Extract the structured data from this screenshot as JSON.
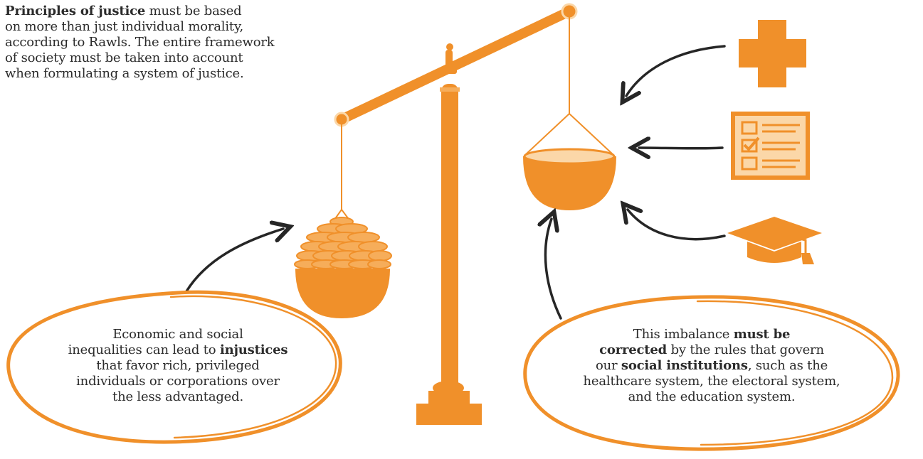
{
  "colors": {
    "orange": "#f0902a",
    "orange_light": "#f6ad5a",
    "orange_pale": "#fbd7a8",
    "arrow": "#262626",
    "text": "#2b2b2b"
  },
  "intro": {
    "bold": "Principles of justice",
    "lines": [
      " must be based",
      "on more than just individual morality,",
      "according to Rawls. The entire framework",
      "of society must be taken into account",
      "when formulating a system of justice."
    ]
  },
  "left_bubble": {
    "line1": "Economic and social",
    "line2_pre": "inequalities can lead to ",
    "line2_bold": "injustices",
    "line3": "that favor rich, privileged",
    "line4": "individuals or corporations over",
    "line5": "the less advantaged."
  },
  "right_bubble": {
    "line1_pre": "This imbalance ",
    "line1_bold": "must be",
    "line2_bold": "corrected",
    "line2_post": " by the rules that govern",
    "line3_pre": "our ",
    "line3_bold": "social institutions",
    "line3_post": ", such as the",
    "line4": "healthcare system, the electoral system,",
    "line5": "and the education system."
  },
  "icons": [
    "healthcare-cross-icon",
    "ballot-checklist-icon",
    "graduation-cap-icon",
    "coin-stack-icon",
    "scales-of-justice-icon"
  ]
}
